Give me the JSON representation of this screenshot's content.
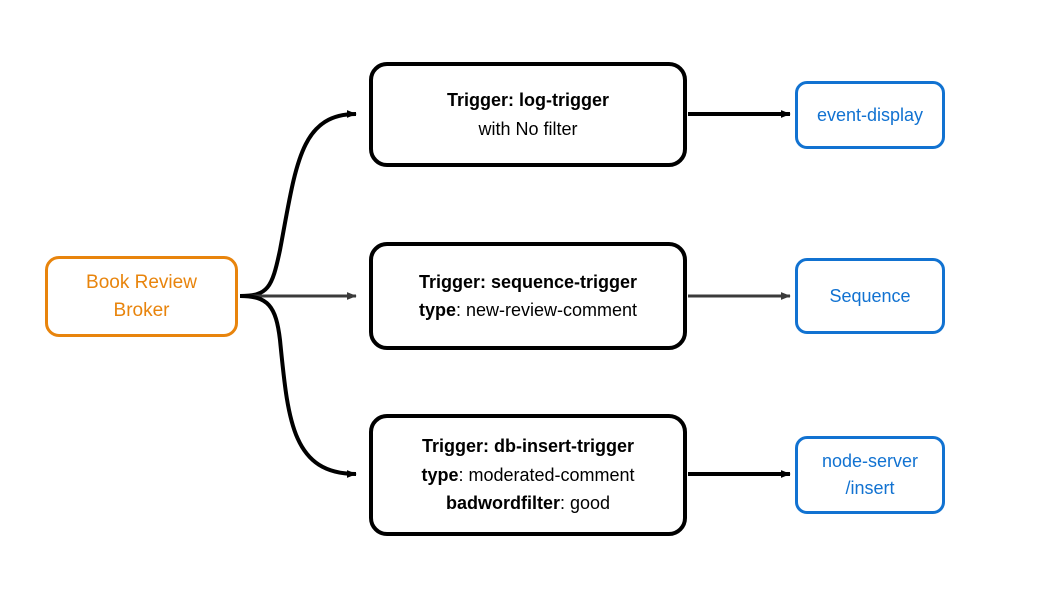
{
  "diagram": {
    "type": "flow-diagram",
    "title": "Book Review Broker trigger routing",
    "colors": {
      "broker_accent": "#e8840c",
      "trigger_border": "#000000",
      "sink_accent": "#1172d1",
      "arrow_black": "#000000",
      "arrow_gray": "#3b3b3b",
      "background": "#ffffff"
    },
    "broker": {
      "name": "book-review-broker",
      "line1": "Book Review",
      "line2": "Broker"
    },
    "triggers": [
      {
        "id": "log-trigger",
        "line1_bold": "Trigger: log-trigger",
        "line2_bold": "",
        "line2_rest": "with No filter",
        "line3_bold": "",
        "line3_rest": ""
      },
      {
        "id": "sequence-trigger",
        "line1_bold": "Trigger: sequence-trigger",
        "line2_bold": "type",
        "line2_rest": ": new-review-comment",
        "line3_bold": "",
        "line3_rest": ""
      },
      {
        "id": "db-insert-trigger",
        "line1_bold": "Trigger: db-insert-trigger",
        "line2_bold": "type",
        "line2_rest": ": moderated-comment",
        "line3_bold": "badwordfilter",
        "line3_rest": ": good"
      }
    ],
    "sinks": [
      {
        "id": "event-display",
        "line1": "event-display",
        "line2": ""
      },
      {
        "id": "sequence",
        "line1": "Sequence",
        "line2": ""
      },
      {
        "id": "node-server-insert",
        "line1": "node-server",
        "line2": "/insert"
      }
    ],
    "edges": [
      {
        "id": "broker-to-log-trigger",
        "from": "book-review-broker",
        "to": "log-trigger",
        "style": "curved",
        "color": "#000000"
      },
      {
        "id": "broker-to-sequence-trigger",
        "from": "book-review-broker",
        "to": "sequence-trigger",
        "style": "straight",
        "color": "#3b3b3b"
      },
      {
        "id": "broker-to-db-insert-trigger",
        "from": "book-review-broker",
        "to": "db-insert-trigger",
        "style": "curved",
        "color": "#000000"
      },
      {
        "id": "log-trigger-to-event-display",
        "from": "log-trigger",
        "to": "event-display",
        "style": "straight",
        "color": "#000000"
      },
      {
        "id": "sequence-trigger-to-sequence",
        "from": "sequence-trigger",
        "to": "sequence",
        "style": "straight",
        "color": "#3b3b3b"
      },
      {
        "id": "db-insert-trigger-to-node-server",
        "from": "db-insert-trigger",
        "to": "node-server-insert",
        "style": "straight",
        "color": "#000000"
      }
    ]
  }
}
